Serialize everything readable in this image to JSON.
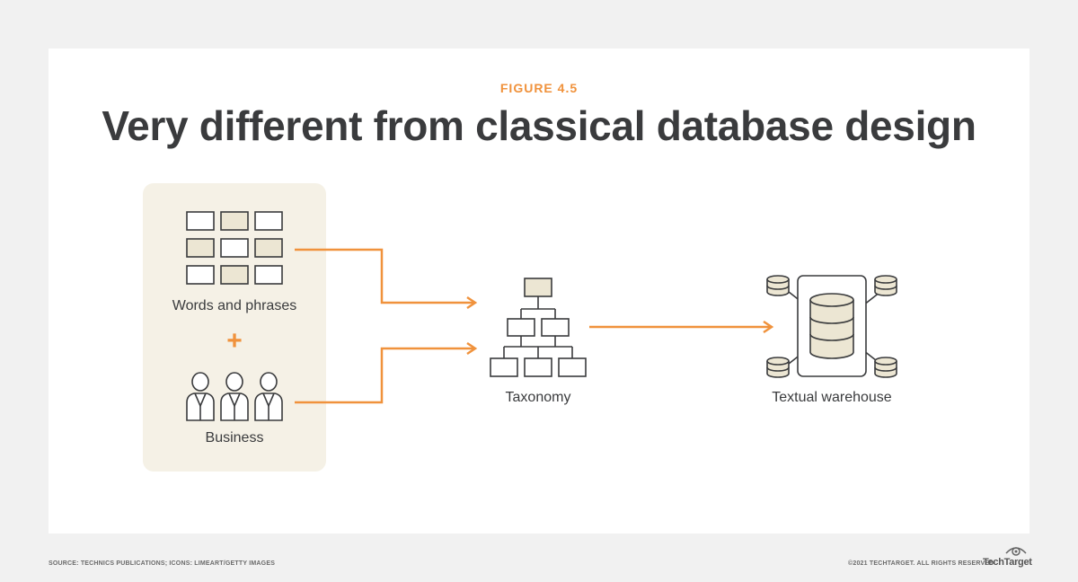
{
  "figure_label": "FIGURE 4.5",
  "title": "Very different from classical database design",
  "nodes": {
    "words": "Words and phrases",
    "plus": "+",
    "business": "Business",
    "taxonomy": "Taxonomy",
    "warehouse": "Textual warehouse"
  },
  "footer": {
    "source": "SOURCE: TECHNICS PUBLICATIONS; ICONS: LIMEART/GETTY IMAGES",
    "copyright": "©2021 TECHTARGET. ALL RIGHTS RESERVED",
    "brand": "TechTarget"
  },
  "colors": {
    "accent": "#f0923c",
    "panel": "#f5f1e6",
    "ink": "#3a3b3d"
  }
}
